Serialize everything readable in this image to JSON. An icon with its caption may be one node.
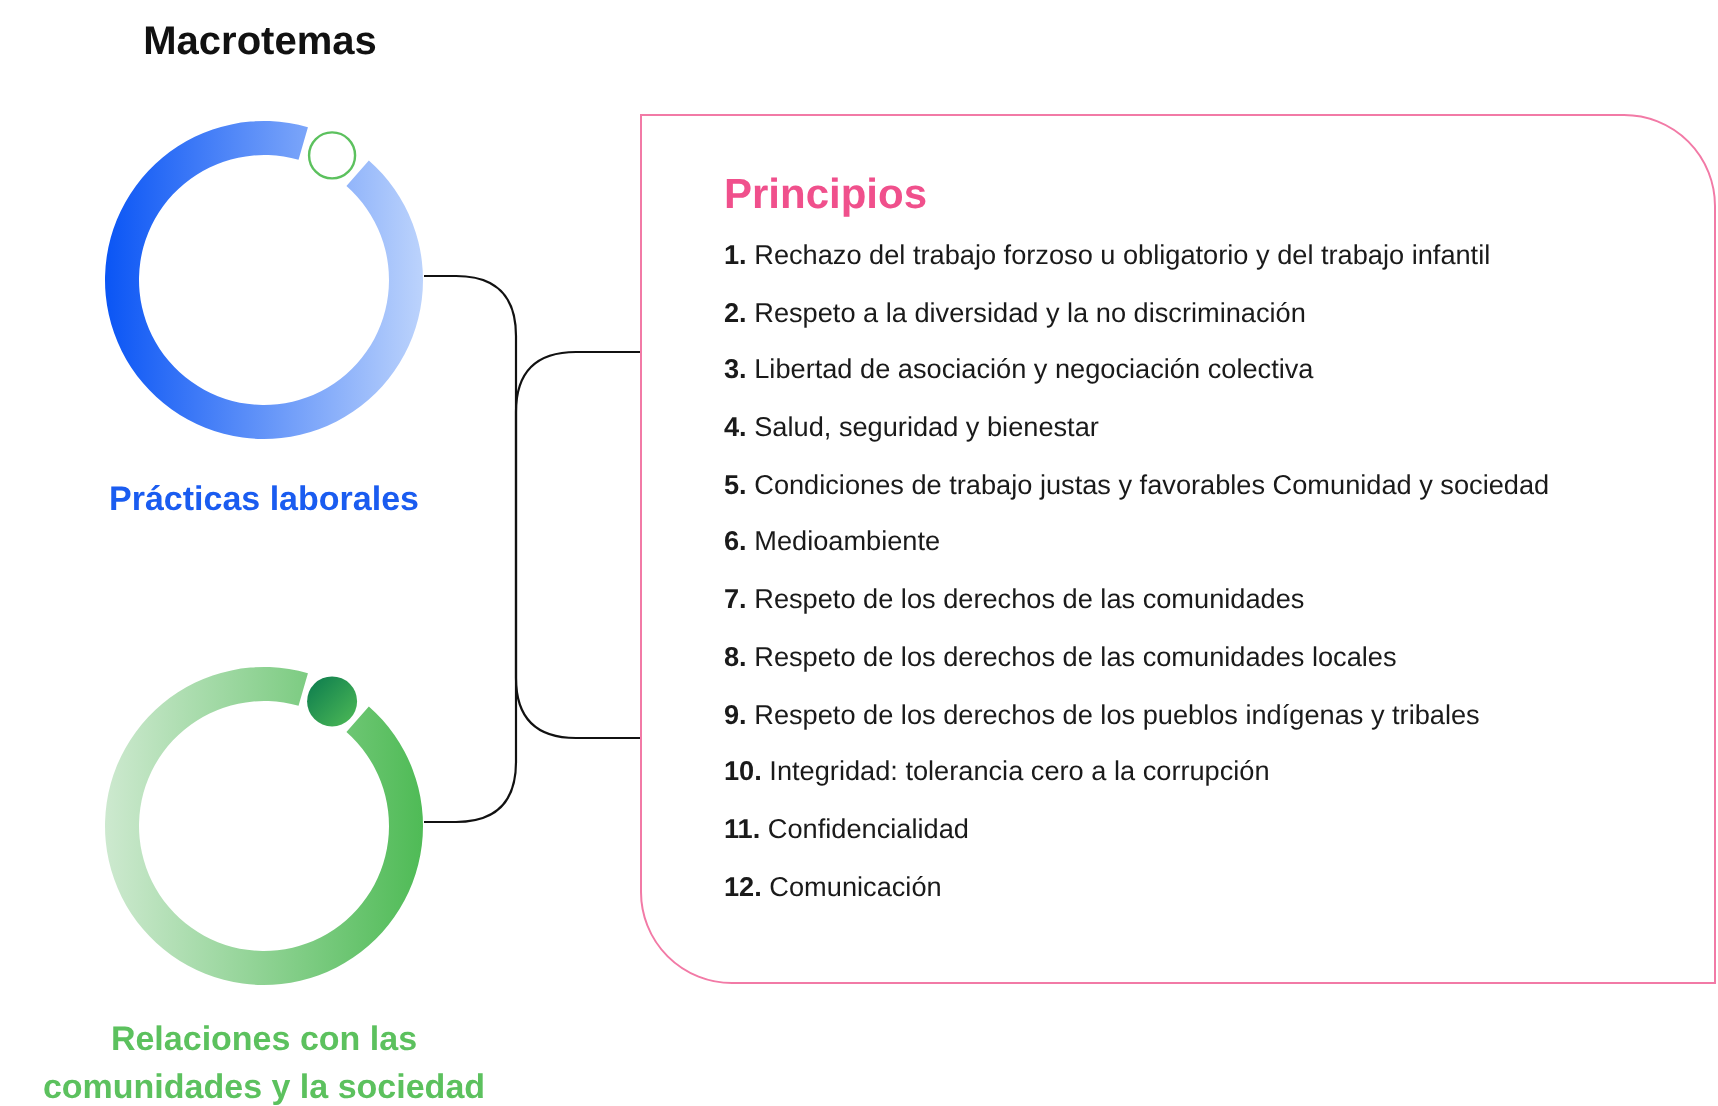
{
  "diagram": {
    "title": "Macrotemas",
    "nodes": [
      {
        "text": [],
        "shape": "circle",
        "beside": [
          "Prácticas laborales"
        ]
      },
      {
        "text": [],
        "shape": "circle",
        "beside": [
          "Relaciones con las comunidades y la sociedad"
        ]
      },
      {
        "text": [
          "Principios",
          "**1.** Rechazo del trabajo forzoso u obligatorio y del trabajo infantil",
          "**2.** Respeto a la diversidad y la no discriminación",
          "**3.** Libertad de asociación y negociación colectiva",
          "**4.** Salud, seguridad y bienestar",
          "**5.** Condiciones de trabajo justas y favorables Comunidad y sociedad",
          "**6.** Medioambiente",
          "**7.** Respeto de los derechos de las comunidades",
          "**8.** Respeto de los derechos de las comunidades locales",
          "**9.** Respeto de los derechos de los pueblos indígenas y tribales",
          "**10.** Integridad: tolerancia cero a la corrupción",
          "**11.** Confidencialidad",
          "**12.** Comunicación"
        ]
      }
    ],
    "edges": [
      {
        "from": 0,
        "to": 2,
        "arrow": "none"
      },
      {
        "from": 1,
        "to": 2,
        "arrow": "none"
      }
    ]
  }
}
